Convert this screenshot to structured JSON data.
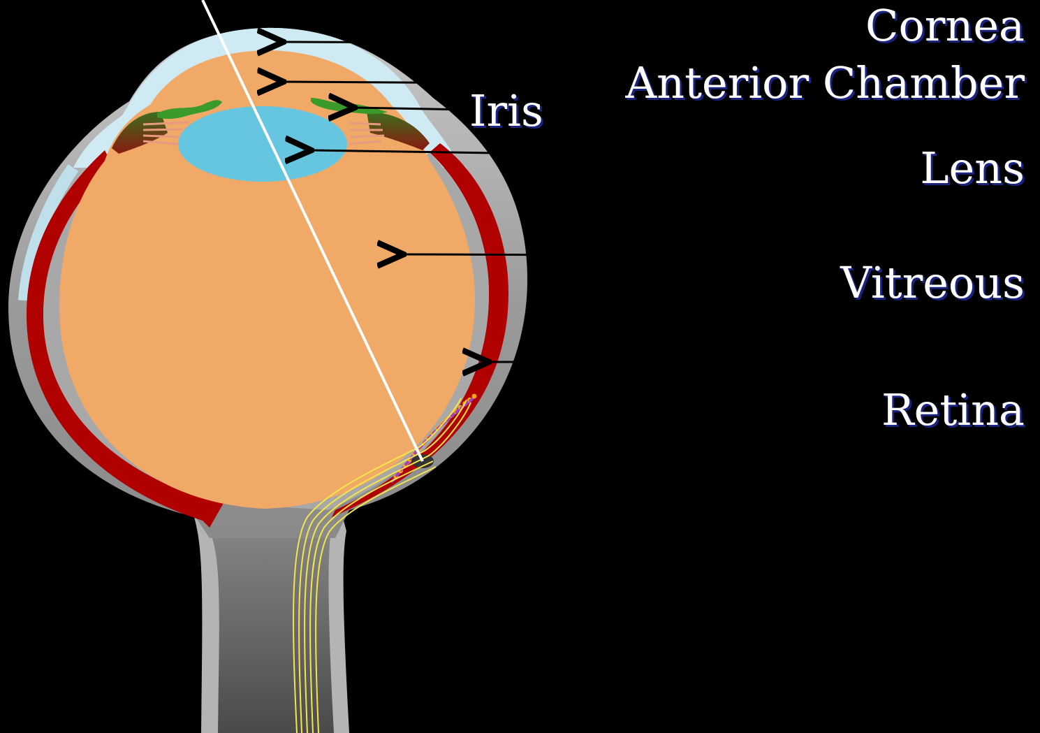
{
  "labels": {
    "cornea": "Cornea",
    "anterior_chamber": "Anterior Chamber",
    "iris": "Iris",
    "lens": "Lens",
    "vitreous": "Vitreous",
    "retina": "Retina"
  },
  "colors": {
    "background": "#000000",
    "sclera": "#9e9e9e",
    "cornea": "#cfeaf2",
    "aqueous_vitreous": "#f0a966",
    "retina_choroid": "#b00000",
    "iris": "#3a9a2a",
    "lens": "#66c6df",
    "optic_nerve_fibers": "#f4e64a",
    "light_ray": "#ffffff",
    "label_text": "#ffffff",
    "label_shadow": "#1a237e"
  }
}
